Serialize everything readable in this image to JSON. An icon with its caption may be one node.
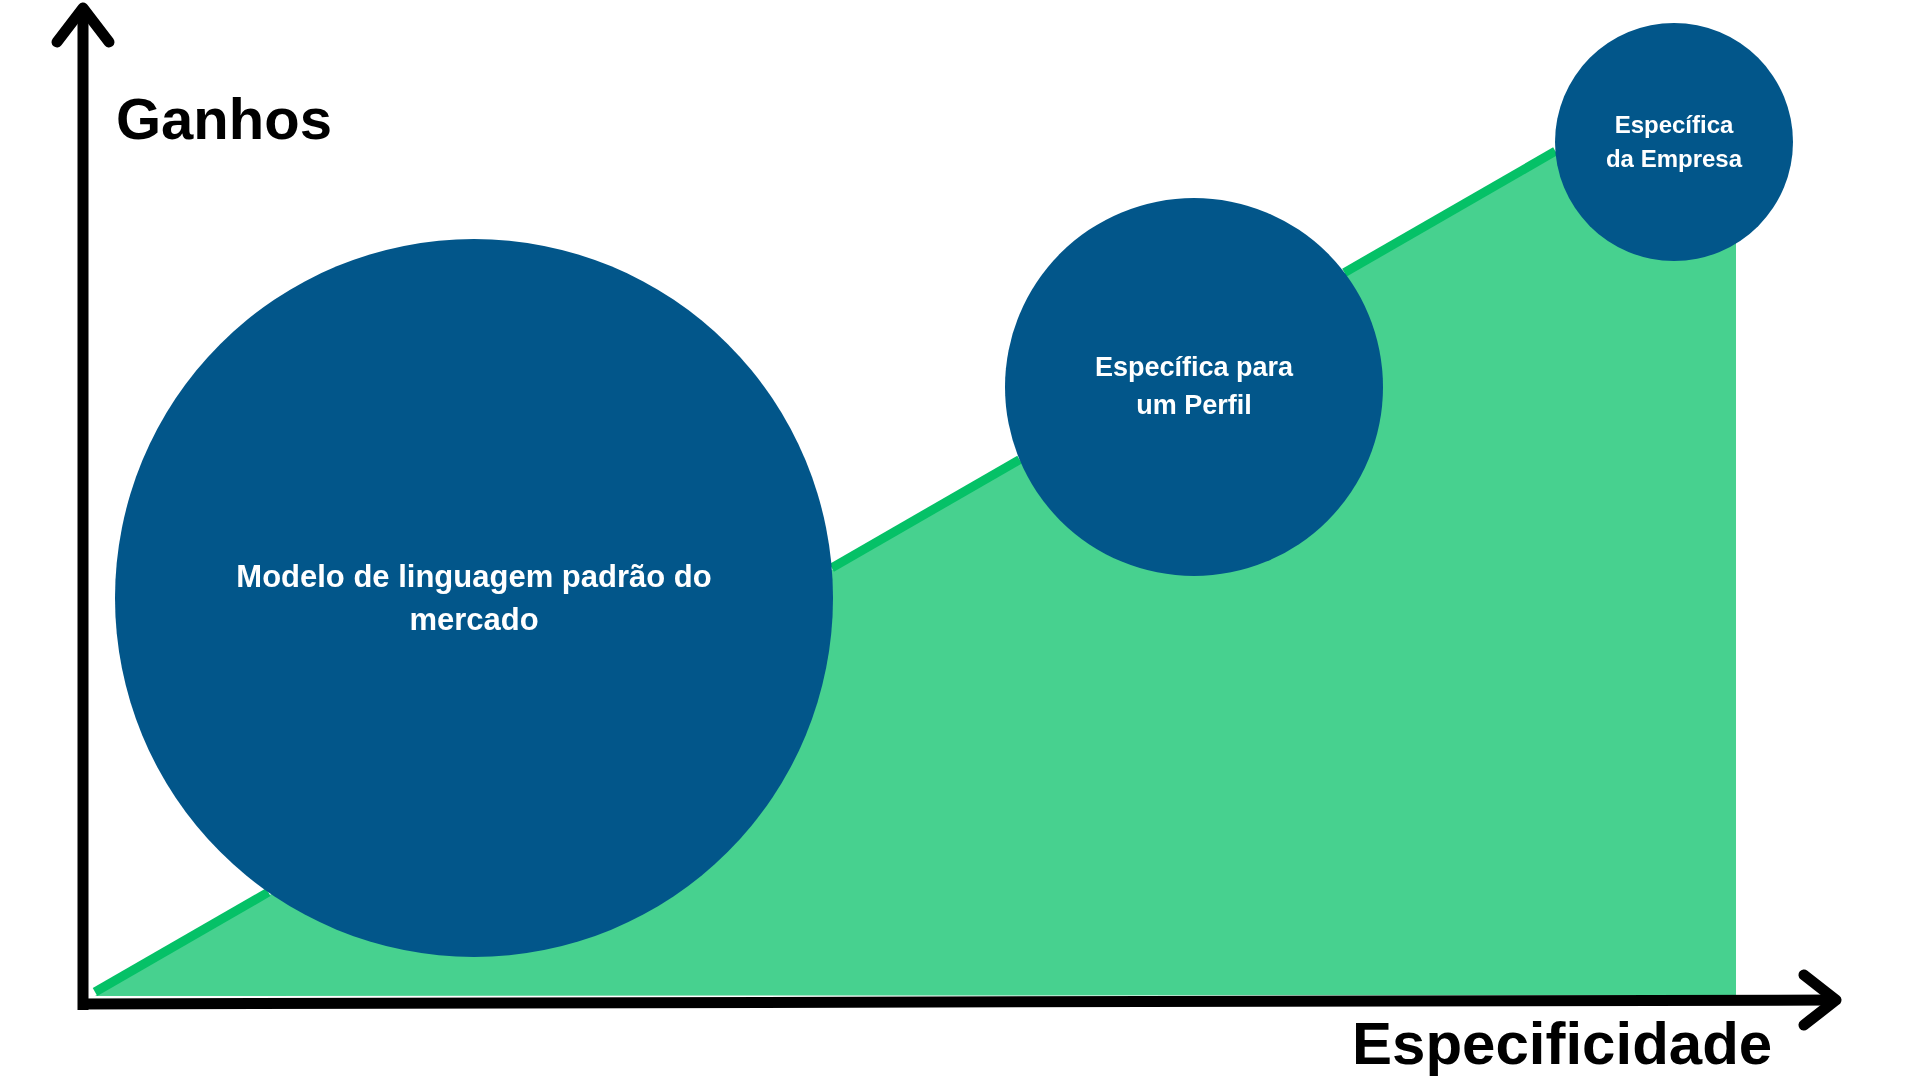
{
  "diagram": {
    "nodes": [
      {
        "text": [
          "Modelo de linguagem padrão do mercado"
        ]
      },
      {
        "text": [
          "Específica para um Perfil"
        ]
      },
      {
        "text": [
          "Específica da Empresa"
        ]
      }
    ],
    "edges": [
      {
        "from": null,
        "to": 0,
        "arrow": "none"
      },
      {
        "from": 0,
        "to": 1,
        "arrow": "none"
      },
      {
        "from": 1,
        "to": 2,
        "arrow": "none"
      }
    ],
    "labels": [
      "Ganhos",
      "Especificidade"
    ]
  }
}
